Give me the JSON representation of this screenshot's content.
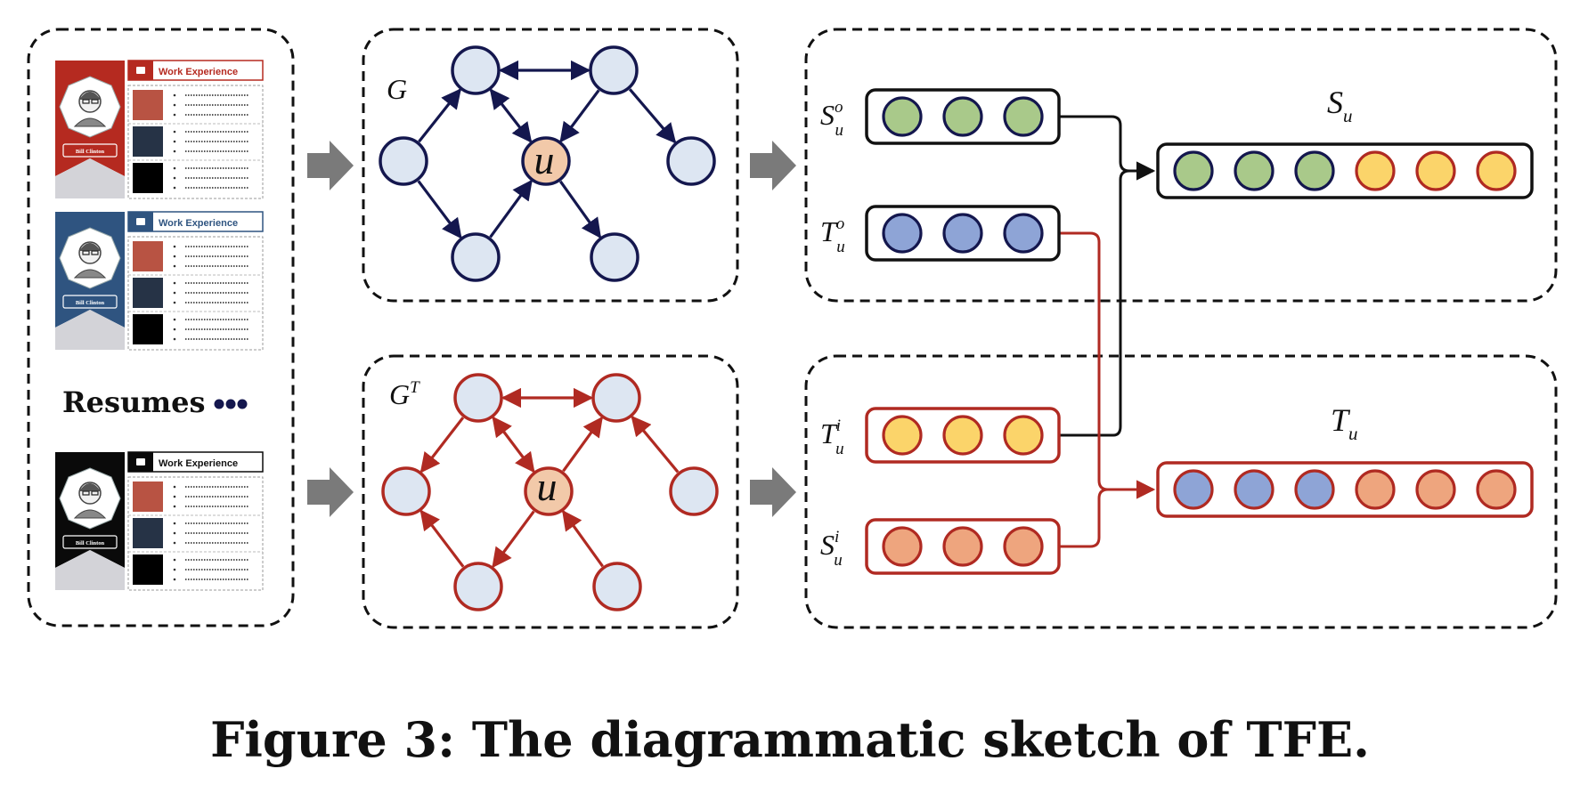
{
  "colors": {
    "navy": "#14174e",
    "red": "#b02a22",
    "node_fill": "#dde6f2",
    "u_fill": "#f2c9a9",
    "green": "#a9c98a",
    "blue": "#8ea4d6",
    "yellow": "#fbd46a",
    "orange": "#eea57e",
    "arrow_gray": "#7a7a7a",
    "resume_red": "#b52a20",
    "resume_blue": "#2f5480",
    "resume_black": "#0a0a0a"
  },
  "resumes": {
    "cards": [
      {
        "theme": "red",
        "name": "Bill Clinton",
        "section": "Work Experience"
      },
      {
        "theme": "blue",
        "name": "Bill Clinton",
        "section": "Work Experience"
      },
      {
        "theme": "black",
        "name": "Bill Clinton",
        "section": "Work Experience"
      }
    ],
    "label": "Resumes"
  },
  "graphs": {
    "top": {
      "label": "G",
      "center": "u"
    },
    "bottom": {
      "label": "G",
      "label_sup": "T",
      "center": "u"
    }
  },
  "vectors": {
    "S_out": {
      "base": "S",
      "sup": "o",
      "sub": "u",
      "colors": [
        "green",
        "green",
        "green"
      ]
    },
    "T_out": {
      "base": "T",
      "sup": "o",
      "sub": "u",
      "colors": [
        "blue",
        "blue",
        "blue"
      ]
    },
    "T_in": {
      "base": "T",
      "sup": "i",
      "sub": "u",
      "colors": [
        "yellow",
        "yellow",
        "yellow"
      ]
    },
    "S_in": {
      "base": "S",
      "sup": "i",
      "sub": "u",
      "colors": [
        "orange",
        "orange",
        "orange"
      ]
    },
    "S_u": {
      "base": "S",
      "sub": "u",
      "colors": [
        "green",
        "green",
        "green",
        "yellow",
        "yellow",
        "yellow"
      ]
    },
    "T_u": {
      "base": "T",
      "sub": "u",
      "colors": [
        "blue",
        "blue",
        "blue",
        "orange",
        "orange",
        "orange"
      ]
    }
  },
  "caption": "Figure 3: The diagrammatic sketch of TFE."
}
